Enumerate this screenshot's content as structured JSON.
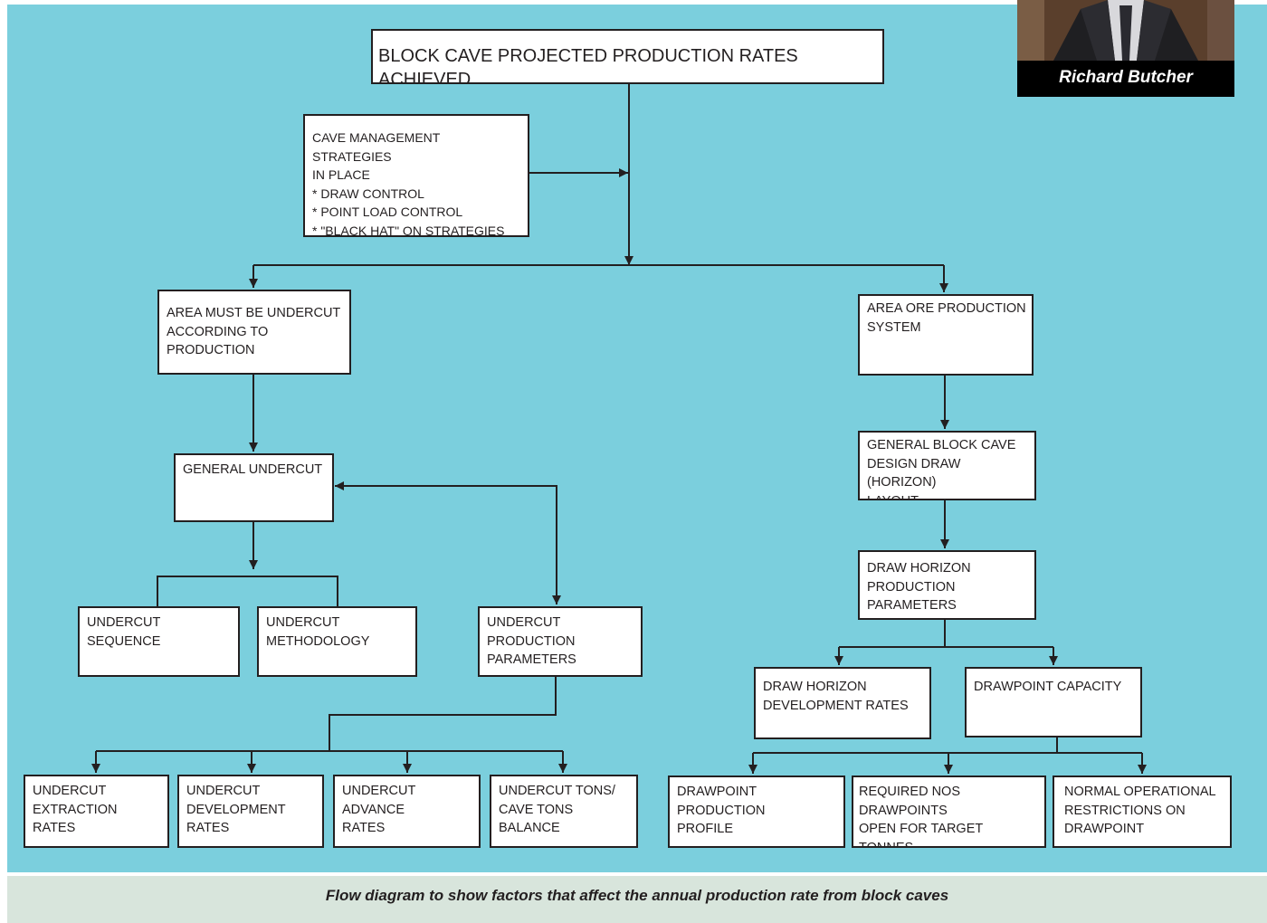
{
  "diagram": {
    "title": "BLOCK CAVE PROJECTED PRODUCTION RATES ACHIEVED",
    "nodes": {
      "cave_management": "CAVE MANAGEMENT STRATEGIES\n IN PLACE\n * DRAW CONTROL\n* POINT LOAD CONTROL\n* \"BLACK HAT\" ON STRATEGIES",
      "area_undercut": "AREA MUST BE UNDERCUT\nACCORDING TO PRODUCTION",
      "area_ore": "AREA ORE PRODUCTION\nSYSTEM",
      "general_undercut": "GENERAL UNDERCUT",
      "general_block_cave": "GENERAL BLOCK CAVE\nDESIGN DRAW (HORIZON)\nLAYOUT",
      "draw_horizon_params": "DRAW HORIZON\nPRODUCTION PARAMETERS",
      "undercut_sequence": "UNDERCUT SEQUENCE",
      "undercut_methodology": "UNDERCUT\nMETHODOLOGY",
      "undercut_production_params": "UNDERCUT PRODUCTION\nPARAMETERS",
      "draw_horizon_dev_rates": "DRAW HORIZON\nDEVELOPMENT RATES",
      "drawpoint_capacity": "DRAWPOINT CAPACITY",
      "undercut_extraction": "UNDERCUT\nEXTRACTION\nRATES",
      "undercut_development": "UNDERCUT\nDEVELOPMENT\nRATES",
      "undercut_advance": "UNDERCUT ADVANCE\nRATES",
      "undercut_tons": "UNDERCUT TONS/\nCAVE TONS BALANCE",
      "drawpoint_profile": "DRAWPOINT PRODUCTION\nPROFILE",
      "required_drawpoints": "REQUIRED NOS DRAWPOINTS\nOPEN FOR TARGET TONNES",
      "normal_restrictions": "NORMAL OPERATIONAL\nRESTRICTIONS ON\nDRAWPOINT"
    }
  },
  "caption": "Flow diagram to show factors that affect the annual production rate from block caves",
  "photo": {
    "name": "Richard Butcher"
  },
  "colors": {
    "background": "#7bcfdd",
    "caption_bar": "#d8e5dc",
    "line": "#231f20"
  }
}
